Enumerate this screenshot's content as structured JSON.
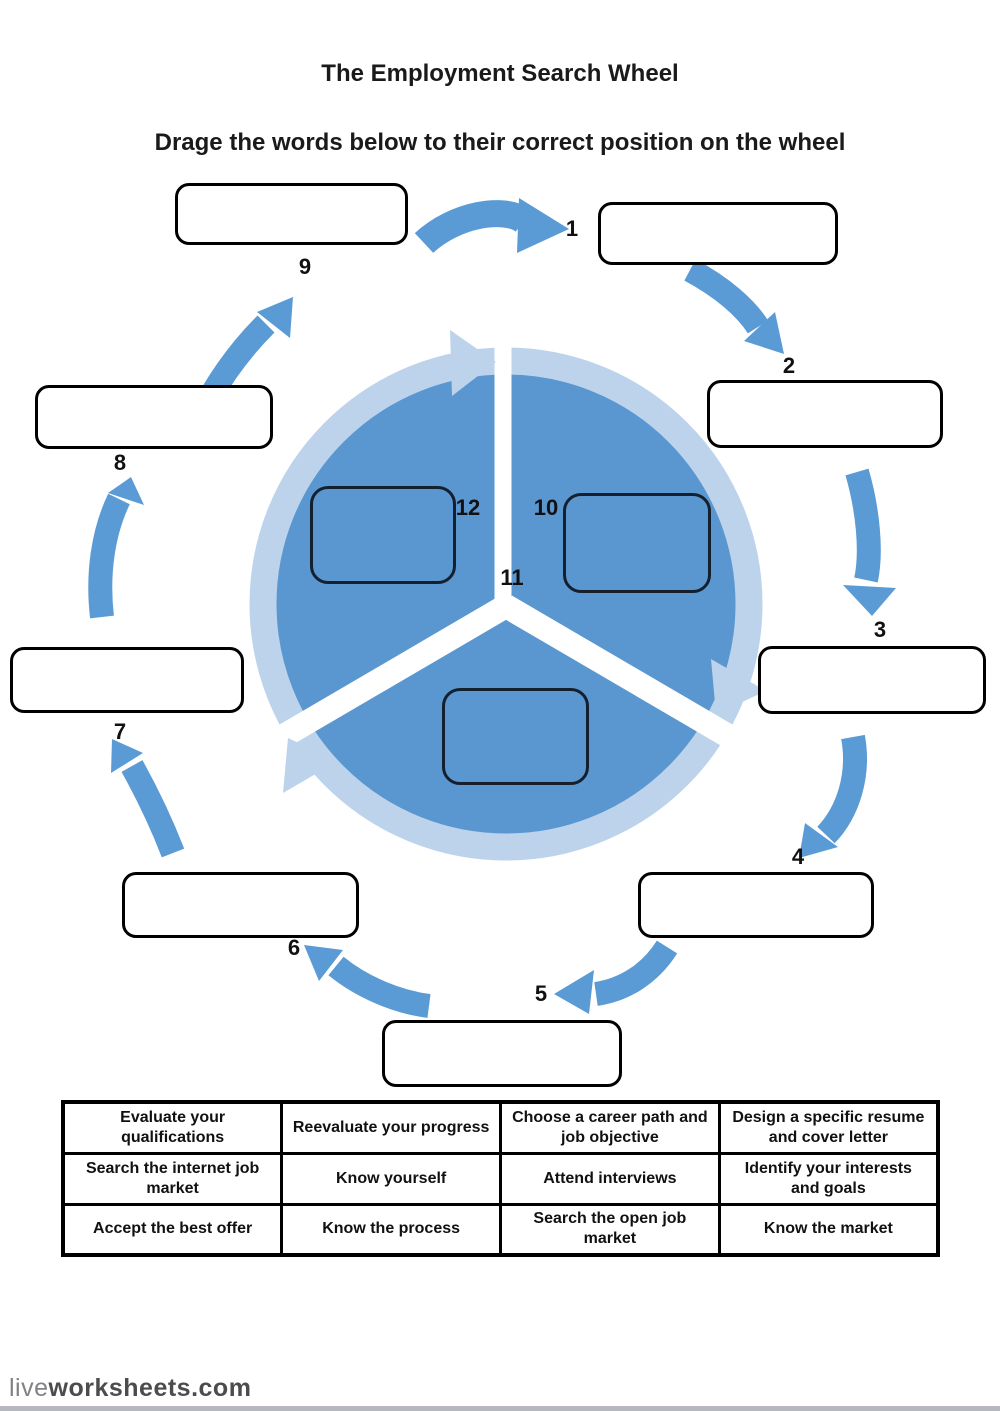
{
  "title": "The Employment Search Wheel",
  "instruction": "Drage the words below to their correct position on the wheel",
  "wheel": {
    "numbers": [
      "1",
      "2",
      "3",
      "4",
      "5",
      "6",
      "7",
      "8",
      "9",
      "10",
      "11",
      "12"
    ],
    "drop_slots_outer": 9,
    "drop_slots_inner": 3
  },
  "word_bank": {
    "rows": [
      [
        "Evaluate your qualifications",
        "Reevaluate your progress",
        "Choose a career path and job objective",
        "Design a specific resume and cover letter"
      ],
      [
        "Search the internet job market",
        "Know yourself",
        "Attend interviews",
        "Identify your interests and goals"
      ],
      [
        "Accept the best offer",
        "Know the process",
        "Search the open job market",
        "Know the market"
      ]
    ]
  },
  "footer": {
    "site_light": "live",
    "site_bold": "worksheets.com"
  },
  "colors": {
    "circle_blue": "#5a97d0",
    "ring_light_blue": "#bdd3ec",
    "arrow_blue": "#5b9bd5",
    "box_border": "#000000"
  }
}
